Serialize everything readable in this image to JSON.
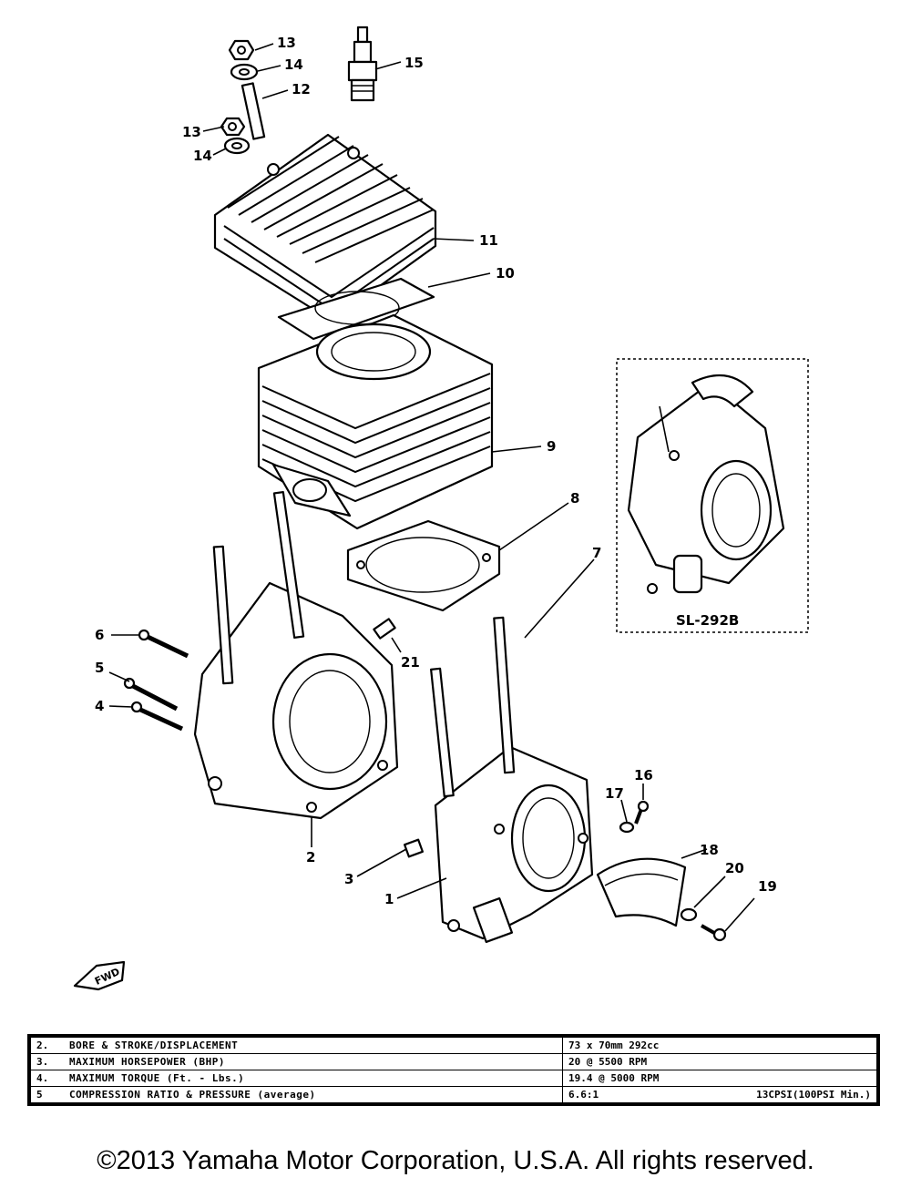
{
  "diagram": {
    "callouts": [
      "1",
      "2",
      "3",
      "4",
      "5",
      "6",
      "7",
      "8",
      "9",
      "10",
      "11",
      "12",
      "13",
      "13",
      "14",
      "14",
      "15",
      "16",
      "17",
      "18",
      "19",
      "20",
      "21"
    ],
    "inset_label": "SL-292B",
    "fwd_label": "FWD"
  },
  "spec_table": {
    "rows": [
      {
        "num": "2.",
        "label": "BORE & STROKE/DISPLACEMENT",
        "value": "73 x 70mm 292cc",
        "value2": ""
      },
      {
        "num": "3.",
        "label": "MAXIMUM HORSEPOWER (BHP)",
        "value": "20 @ 5500 RPM",
        "value2": ""
      },
      {
        "num": "4.",
        "label": "MAXIMUM TORQUE (Ft. - Lbs.)",
        "value": "19.4 @ 5000 RPM",
        "value2": ""
      },
      {
        "num": "5",
        "label": "COMPRESSION RATIO & PRESSURE (average)",
        "value": "6.6:1",
        "value2": "13CPSI(100PSI Min.)"
      }
    ]
  },
  "copyright": "©2013 Yamaha Motor Corporation, U.S.A. All rights reserved."
}
